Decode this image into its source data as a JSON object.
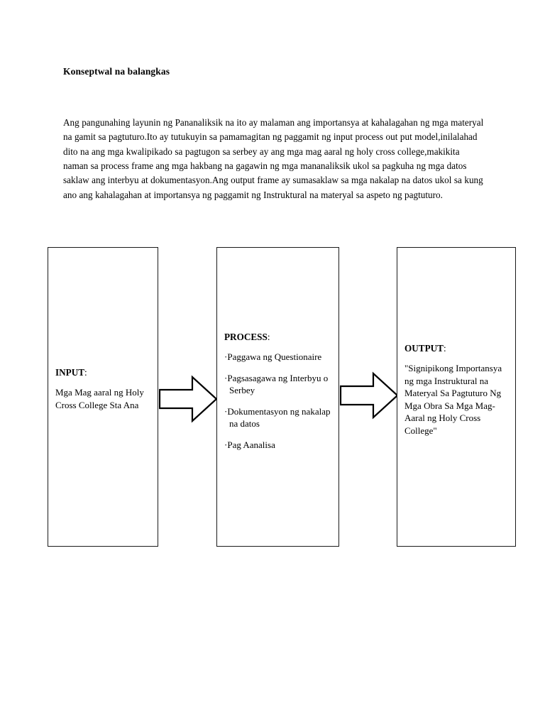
{
  "document": {
    "title": "Konseptwal na balangkas",
    "paragraph": "Ang pangunahing layunin ng Pananaliksik na ito ay malaman ang importansya at kahalagahan ng mga materyal  na gamit sa pagtuturo.Ito ay tutukuyin sa pamamagitan ng paggamit ng input process out put model,inilalahad dito na ang mga kwalipikado sa pagtugon sa serbey ay ang mga mag aaral ng holy cross college,makikita naman sa process frame ang mga hakbang na gagawin ng mga mananaliksik ukol sa pagkuha ng mga datos saklaw ang interbyu at dokumentasyon.Ang output frame ay sumasaklaw sa mga nakalap na datos ukol sa kung ano ang kahalagahan at importansya ng paggamit ng Instruktural na materyal sa aspeto ng pagtuturo."
  },
  "diagram": {
    "type": "input-process-output",
    "input": {
      "heading": "INPUT",
      "colon": ":",
      "body": "Mga Mag aaral ng Holy Cross College Sta Ana"
    },
    "process": {
      "heading": "PROCESS",
      "colon": ":",
      "bullets": [
        "Paggawa ng Questionaire",
        "Pagsasagawa ng Interbyu o Serbey",
        "Dokumentasyon ng nakalap na datos",
        "Pag Aanalisa"
      ],
      "bullet_glyph": "·"
    },
    "output": {
      "heading": "OUTPUT",
      "colon": ":",
      "body": "\"Signipikong Importansya ng mga Instruktural na Materyal Sa Pagtuturo Ng Mga Obra Sa Mga Mag-Aaral ng Holy Cross College\""
    },
    "arrows": [
      {
        "name": "arrow-input-to-process",
        "direction": "right"
      },
      {
        "name": "arrow-process-to-output",
        "direction": "right"
      }
    ]
  },
  "colors": {
    "page_background": "#ffffff",
    "text": "#000000",
    "border": "#1a1a1a"
  }
}
